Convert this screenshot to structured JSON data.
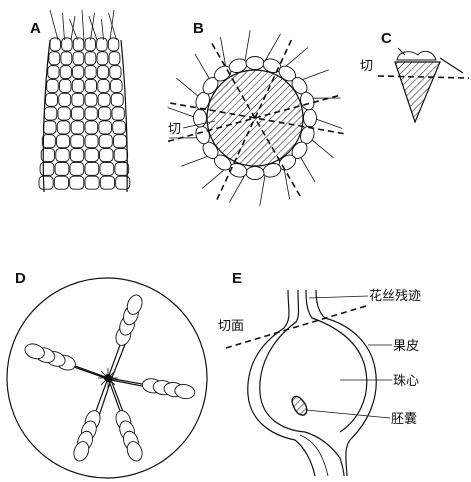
{
  "panels": {
    "A": {
      "letter": "A"
    },
    "B": {
      "letter": "B",
      "cut_label": "切"
    },
    "C": {
      "letter": "C",
      "cut_label": "切"
    },
    "D": {
      "letter": "D"
    },
    "E": {
      "letter": "E",
      "cut_label": "切面",
      "labels": {
        "filament_remnant": "花丝残迹",
        "pericarp": "果皮",
        "nucellus": "珠心",
        "embryo_sac": "胚囊"
      }
    }
  }
}
